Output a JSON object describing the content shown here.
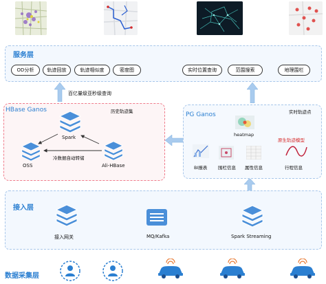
{
  "service_layer": {
    "title": "服务层",
    "items": [
      "OD分析",
      "轨迹回放",
      "轨迹相似度",
      "密度图",
      "实时位置查询",
      "范围搜索",
      "地理围栏"
    ]
  },
  "annotation_top": "百亿量级亚秒级查询",
  "hbase": {
    "title": "HBase Ganos",
    "note": "历史轨迹集",
    "spark": "Spark",
    "oss": "OSS",
    "ali_hbase": "Ali-HBase",
    "transfer": "冷数据自动转储"
  },
  "pg": {
    "title": "PG Ganos",
    "note": "实时轨迹点",
    "heatmap": "heatmap",
    "model": "原生轨迹模型",
    "items": [
      "BI报表",
      "围栏信息",
      "属性信息",
      "行程信息"
    ]
  },
  "ingest_layer": {
    "title": "接入层",
    "gateway": "接入网关",
    "mq": "MQ/Kafka",
    "streaming": "Spark Streaming"
  },
  "collect_layer": {
    "title": "数据采集层"
  },
  "colors": {
    "accent": "#2b7fd1",
    "hbase_border": "#f07a8a",
    "model_red": "#d62b2b"
  }
}
